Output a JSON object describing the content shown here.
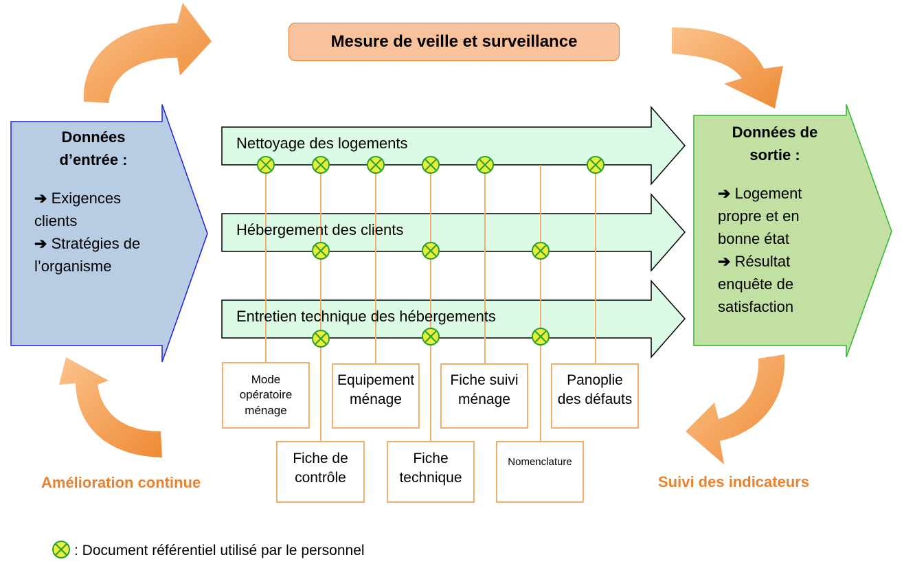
{
  "top_box": {
    "label": "Mesure de veille et surveillance"
  },
  "input_block": {
    "title": [
      "Données",
      "d’entrée :"
    ],
    "items": [
      {
        "arrow": "➔",
        "text": "Exigences"
      },
      {
        "arrow": "",
        "text": "clients"
      },
      {
        "arrow": "➔",
        "text": "Stratégies de"
      },
      {
        "arrow": "",
        "text": "l’organisme"
      }
    ]
  },
  "output_block": {
    "title": [
      "Données de",
      "sortie :"
    ],
    "items": [
      {
        "arrow": "➔",
        "text": "Logement"
      },
      {
        "arrow": "",
        "text": "propre et en"
      },
      {
        "arrow": "",
        "text": "bonne état"
      },
      {
        "arrow": "➔",
        "text": "Résultat"
      },
      {
        "arrow": "",
        "text": "enquête de"
      },
      {
        "arrow": "",
        "text": "satisfaction"
      }
    ]
  },
  "processes": [
    {
      "label": "Nettoyage des logements"
    },
    {
      "label": "Hébergement des clients"
    },
    {
      "label": "Entretien technique des hébergements"
    }
  ],
  "documents_top_row": [
    {
      "lines": [
        "Mode",
        "opératoire",
        "ménage"
      ]
    },
    {
      "lines": [
        "Equipement",
        "ménage"
      ]
    },
    {
      "lines": [
        "Fiche suivi",
        "ménage"
      ]
    },
    {
      "lines": [
        "Panoplie",
        "des défauts"
      ]
    }
  ],
  "documents_bottom_row": [
    {
      "lines": [
        "Fiche de",
        "contrôle"
      ]
    },
    {
      "lines": [
        "Fiche",
        "technique"
      ]
    },
    {
      "lines": [
        "Nomenclature"
      ]
    }
  ],
  "labels": {
    "continuous_improvement": "Amélioration continue",
    "indicators_followup": "Suivi des indicateurs"
  },
  "legend": {
    "symbol": "document-marker-icon",
    "text": ": Document référentiel utilisé par le personnel"
  },
  "colors": {
    "input_fill": "#b8cce4",
    "input_stroke": "#1f1fe0",
    "output_fill": "#c3e0a3",
    "output_stroke": "#2fb52f",
    "process_fill": "#dcfbe6",
    "top_box_fill": "#f7c29c",
    "curve_arrow": "#f19a4b",
    "connector": "#f4ae6a",
    "marker_fill": "#e7ee3e",
    "marker_stroke": "#2aa02a",
    "orange_text": "#e8822e"
  }
}
